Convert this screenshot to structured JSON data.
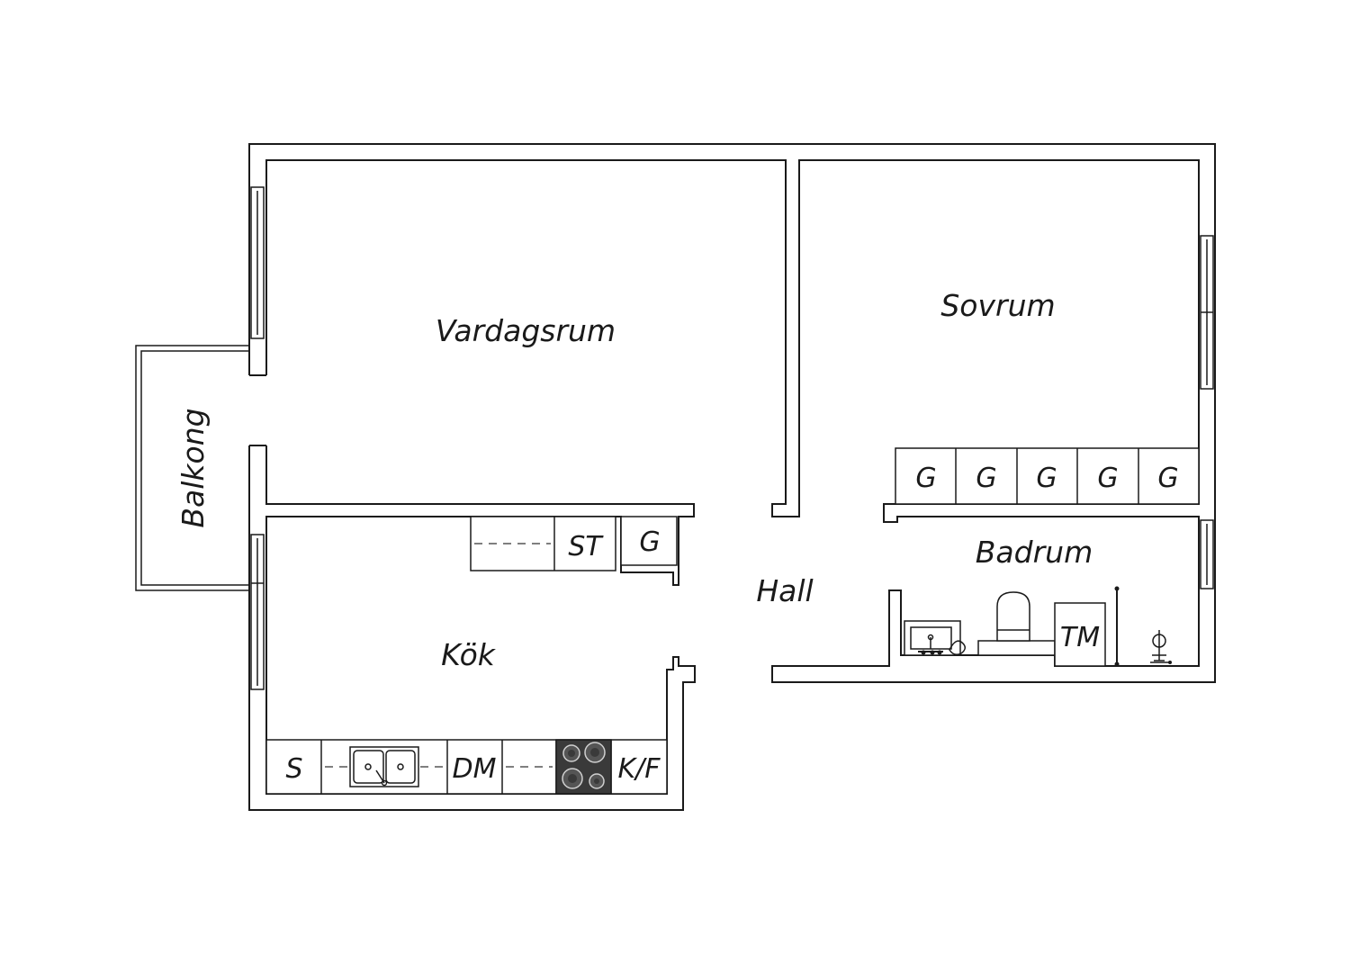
{
  "rooms": {
    "living_room": "Vardagsrum",
    "bedroom": "Sovrum",
    "balcony": "Balkong",
    "bathroom": "Badrum",
    "hall": "Hall",
    "kitchen": "Kök"
  },
  "fixtures": {
    "wardrobe": "G",
    "linen_cabinet": "ST",
    "washing_machine": "TM",
    "stove_label": "S",
    "dishwasher": "DM",
    "fridge_freezer": "K/F"
  },
  "colors": {
    "line": "#1a1a1a",
    "cooktop": "#3a3a3a",
    "background": "#ffffff"
  }
}
